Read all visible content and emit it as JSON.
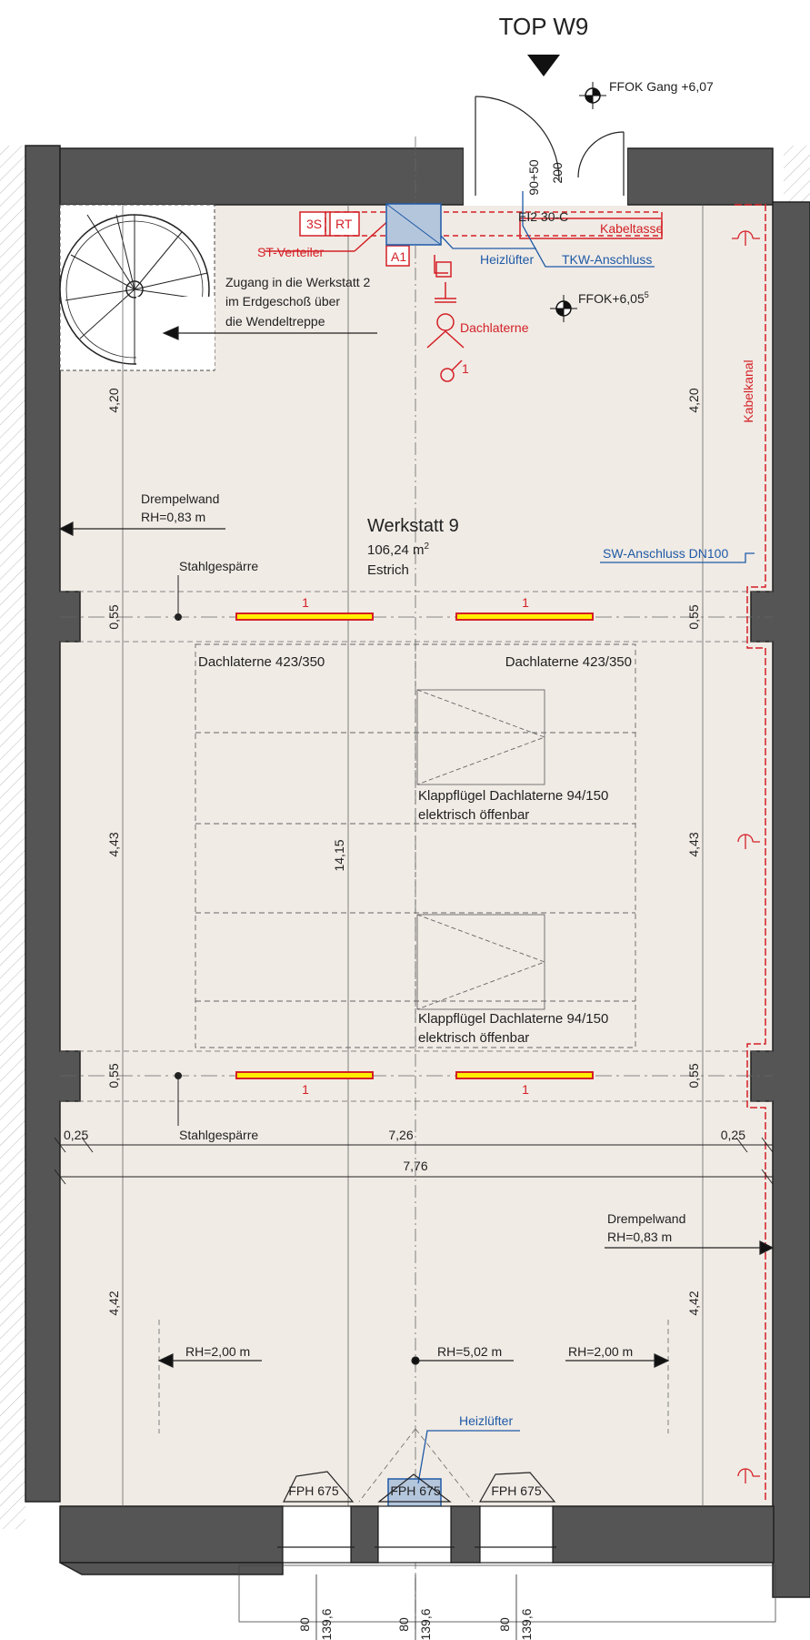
{
  "plan": {
    "unit_title": "TOP W9",
    "level_corridor": "FFOK Gang +6,07",
    "level_room_prefix": "FFOK+6,05",
    "level_room_superscript": "5",
    "door_label_width": "90+50",
    "door_label_height": "200",
    "door_label_fire": "EI2 30-C",
    "room": {
      "name": "Werkstatt 9",
      "area_value": "106,24 m",
      "area_superscript": "2",
      "floor": "Estrich"
    },
    "notes": {
      "access_line1": "Zugang in die Werkstatt 2",
      "access_line2": "im Erdgeschoß über",
      "access_line3": "die Wendeltreppe",
      "knee_wall_left_1": "Drempelwand",
      "knee_wall_left_2": "RH=0,83 m",
      "knee_wall_right_1": "Drempelwand",
      "knee_wall_right_2": "RH=0,83 m",
      "steel_rafter_top": "Stahlgespärre",
      "steel_rafter_bottom": "Stahlgespärre",
      "skylight_left": "Dachlaterne 423/350",
      "skylight_right": "Dachlaterne 423/350",
      "flap_1_line1": "Klappflügel Dachlaterne 94/150",
      "flap_1_line2": "elektrisch öffenbar",
      "flap_2_line1": "Klappflügel Dachlaterne 94/150",
      "flap_2_line2": "elektrisch öffenbar",
      "rh_left": "RH=2,00 m",
      "rh_center": "RH=5,02 m",
      "rh_right": "RH=2,00 m"
    },
    "electrical": {
      "distributor": "ST-Verteiler",
      "tag_3s": "3S",
      "tag_rt": "RT",
      "tag_a1": "A1",
      "cable_tray": "Kabeltasse",
      "skylight_symbol": "Dachlaterne",
      "switch_number": "1",
      "cable_duct": "Kabelkanal",
      "light_number": "1"
    },
    "services": {
      "heater_top": "Heizlüfter",
      "tkw": "TKW-Anschluss",
      "sw": "SW-Anschluss DN100",
      "heater_bottom": "Heizlüfter"
    },
    "dimensions": {
      "left_top": "4,20",
      "left_rafter_top": "0,55",
      "left_mid": "4,43",
      "left_rafter_bottom": "0,55",
      "left_bottom": "4,42",
      "right_top": "4,20",
      "right_rafter_top": "0,55",
      "right_mid": "4,43",
      "right_rafter_bottom": "0,55",
      "right_bottom": "4,42",
      "total_length": "14,15",
      "wall_left": "0,25",
      "inner_width": "7,26",
      "wall_right": "0,25",
      "total_width": "7,76"
    },
    "windows": {
      "label_1": "FPH 675",
      "label_2": "FPH 675",
      "label_3": "FPH 675",
      "parapet_1": "80",
      "width_1": "139,6",
      "parapet_2": "80",
      "width_2": "139,6",
      "parapet_3": "80",
      "width_3": "139,6"
    }
  },
  "colors": {
    "floor": "#f0ebe5",
    "wall": "#555555",
    "electrical": "#d42026",
    "services": "#1f5aa6",
    "beam_fill": "#ffee00"
  }
}
